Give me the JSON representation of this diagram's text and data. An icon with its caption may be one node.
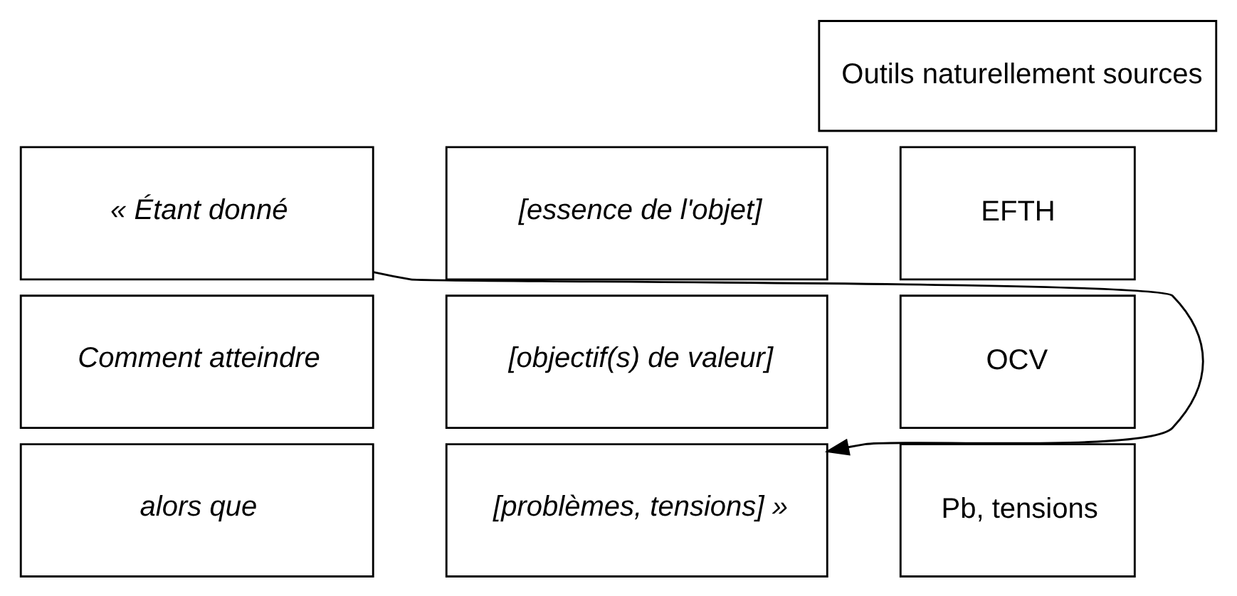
{
  "diagram": {
    "nodes": [
      {
        "text": [
          "Outils naturellement sources"
        ]
      },
      {
        "text": [
          "« Étant donné"
        ]
      },
      {
        "text": [
          "[essence de l'objet]"
        ]
      },
      {
        "text": [
          "EFTH"
        ]
      },
      {
        "text": [
          "Comment atteindre"
        ]
      },
      {
        "text": [
          "[objectif(s) de valeur]"
        ]
      },
      {
        "text": [
          "OCV"
        ]
      },
      {
        "text": [
          "alors que"
        ]
      },
      {
        "text": [
          "[problèmes, tensions] »"
        ]
      },
      {
        "text": [
          "Pb, tensions"
        ]
      }
    ],
    "edges": [
      {
        "from": 1,
        "to": 8,
        "arrow": "to"
      }
    ]
  }
}
